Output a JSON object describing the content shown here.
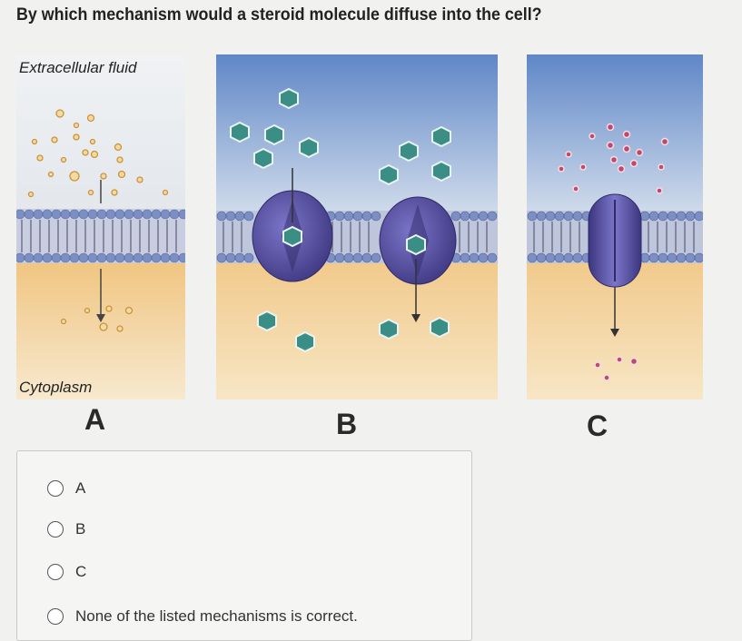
{
  "question": {
    "text": "By which mechanism would a steroid molecule diffuse into the cell?"
  },
  "figure": {
    "extracellular_label": "Extracellular fluid",
    "cytoplasm_label": "Cytoplasm",
    "panel_letters": [
      "A",
      "B",
      "C"
    ],
    "colors": {
      "extracellular_top": "#5f87c7",
      "extracellular_bottom": "#d9e3ef",
      "cytoplasm_top": "#f1c98a",
      "cytoplasm_bottom": "#f7e6c5",
      "membrane_head": "#7c8fc4",
      "protein": "#4f4a9e",
      "steroid_molecule": "#e8b55a",
      "hexagon_molecule": "#3a8e86",
      "ion": "#c2476f"
    }
  },
  "options": [
    {
      "label": "A"
    },
    {
      "label": "B"
    },
    {
      "label": "C"
    },
    {
      "label": "None of the listed mechanisms is correct."
    }
  ]
}
